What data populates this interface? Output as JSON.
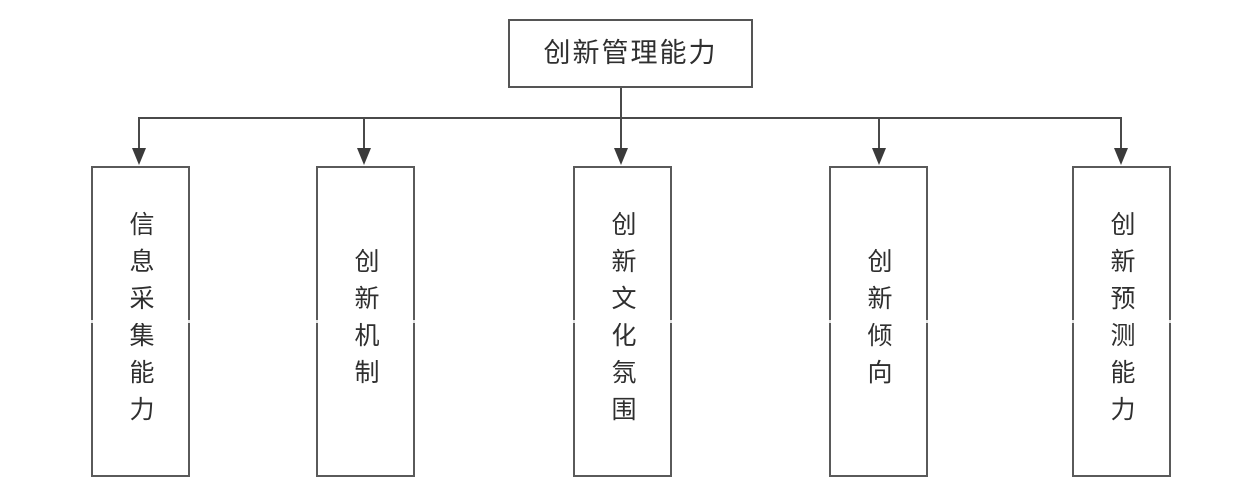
{
  "diagram": {
    "type": "hierarchy-tree",
    "orientation": "top-down",
    "background_color": "#ffffff",
    "border_color": "#5a5a5a",
    "connector_color": "#4a4a4a",
    "text_color": "#2f2f2f",
    "root": {
      "label": "创新管理能力",
      "text_direction": "horizontal",
      "char_count": 6
    },
    "children": [
      {
        "label": "信息采集能力",
        "text_direction": "vertical",
        "char_count": 6
      },
      {
        "label": "创新机制",
        "text_direction": "vertical",
        "char_count": 4
      },
      {
        "label": "创新文化氛围",
        "text_direction": "vertical",
        "char_count": 6
      },
      {
        "label": "创新倾向",
        "text_direction": "vertical",
        "char_count": 4
      },
      {
        "label": "创新预测能力",
        "text_direction": "vertical",
        "char_count": 6
      }
    ]
  }
}
